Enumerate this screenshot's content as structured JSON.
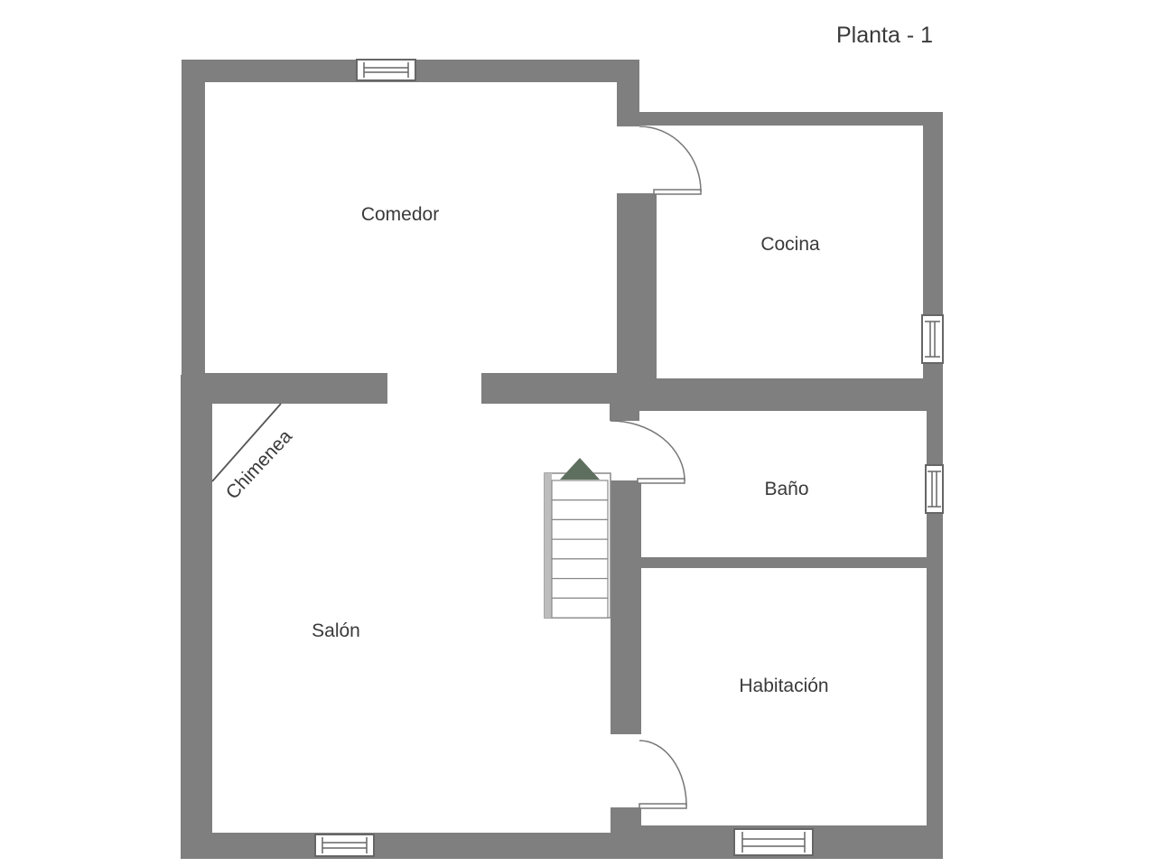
{
  "floor_title": "Planta - 1",
  "rooms": {
    "comedor": "Comedor",
    "cocina": "Cocina",
    "bano": "Baño",
    "salon": "Salón",
    "habitacion": "Habitación",
    "chimenea": "Chimenea"
  },
  "colors": {
    "wall": "#7f7f7f",
    "background": "#ffffff",
    "stair_arrow": "#5f6f5f",
    "text": "#3a3a3a"
  },
  "icons": {
    "stair_direction": "up-arrow-triangle"
  }
}
